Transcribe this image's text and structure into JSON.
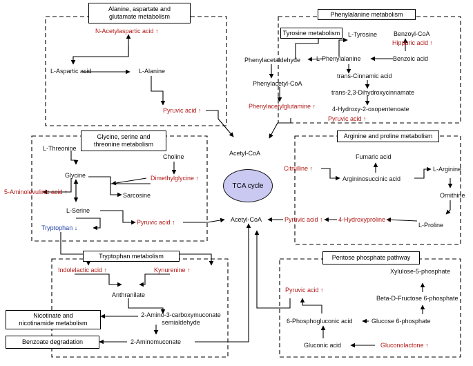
{
  "colors": {
    "increase": "#b01a17",
    "decrease": "#1f3fa6",
    "tca_fill": "#c9c9f2",
    "text": "#111111"
  },
  "titles": {
    "alanine": [
      "Alanine, aspartate and",
      "glutamate metabolism"
    ],
    "phenylalanine": "Phenylalanine metabolism",
    "tyrosine": "Tyrosine metabolism",
    "glycine": [
      "Glycine, serine and",
      "threonine metabolism"
    ],
    "arginine": "Arginine and proline metabolism",
    "tryptophan": "Tryptophan metabolism",
    "pentose": "Pentose phosphate pathway"
  },
  "external": {
    "nicotinate": [
      "Nicotinate and",
      "nicotinamide metabolism"
    ],
    "benzoate": "Benzoate degradation"
  },
  "center": {
    "tca": "TCA cycle",
    "acetyl_top": "Acetyl-CoA",
    "acetyl_mid": "Acetyl-CoA"
  },
  "alanine": {
    "nacetyl": "N-Acetylaspartic acid ↑",
    "aspartic": "L-Aspartic acid",
    "alanine": "L-Alanine",
    "pyruvic": "Pyruvic acid ↑"
  },
  "phenylalanine": {
    "benzoylcoa": "Benzoyl-CoA",
    "hippuric": "Hippuric acid ↑",
    "tyrosine": "L-Tyrosine",
    "phenylacetaldehyde": "Phenylacetaldehyde",
    "phenylalanine": "L-Phenylalanine",
    "benzoic": "Benzoic acid",
    "cinnamic": "trans-Cinnamic acid",
    "phenylacetylcoa": "Phenylacetyl-CoA",
    "dihydroxy": "trans-2,3-Dihydroxycinnamate",
    "phenylacetylglutamine": "Phenylacetylglutamine ↑",
    "oxopentenoate": "4-Hydroxy-2-oxopentenoate",
    "pyruvic": "Pyruvic acid ↑"
  },
  "glycine": {
    "threonine": "L-Threonine",
    "choline": "Choline",
    "glycine": "Glycine",
    "dimethylglycine": "Dimethylglycine ↑",
    "aminolevulinic": "5-Aminolevulinic acid ↑",
    "sarcosine": "Sarcosine",
    "serine": "L-Serine",
    "pyruvic": "Pyruvic acid ↑",
    "tryptophan": "Tryptophan ↓"
  },
  "arginine": {
    "fumaric": "Fumaric acid",
    "citrulline": "Citrulline ↑",
    "argininosuccinic": "Argininosuccinic acid",
    "arginine": "L-Arginine",
    "ornithine": "Ornithine",
    "pyruvic": "Pyruvic acid ↑",
    "hydroxyproline": "4-Hydroxyproline ↑",
    "proline": "L-Proline"
  },
  "tryptophan": {
    "indolelactic": "Indolelactic acid ↑",
    "kynurenine": "Kynurenine ↑",
    "anthranilate": "Anthranilate",
    "amino3": [
      "2-Amino-3-carboxymuconate",
      "semialdehyde"
    ],
    "aminomuconate": "2-Aminomuconate"
  },
  "pentose": {
    "xylulose": "Xylulose-5-phosphate",
    "pyruvic": "Pyruvic acid ↑",
    "fructose": "Beta-D-Fructose 6-phosphate",
    "phosphogluconic": "6-Phosphogluconic acid",
    "glucose6p": "Glucose 6-phosphate",
    "gluconic": "Gluconic acid",
    "gluconolactone": "Gluconolactone ↑"
  }
}
